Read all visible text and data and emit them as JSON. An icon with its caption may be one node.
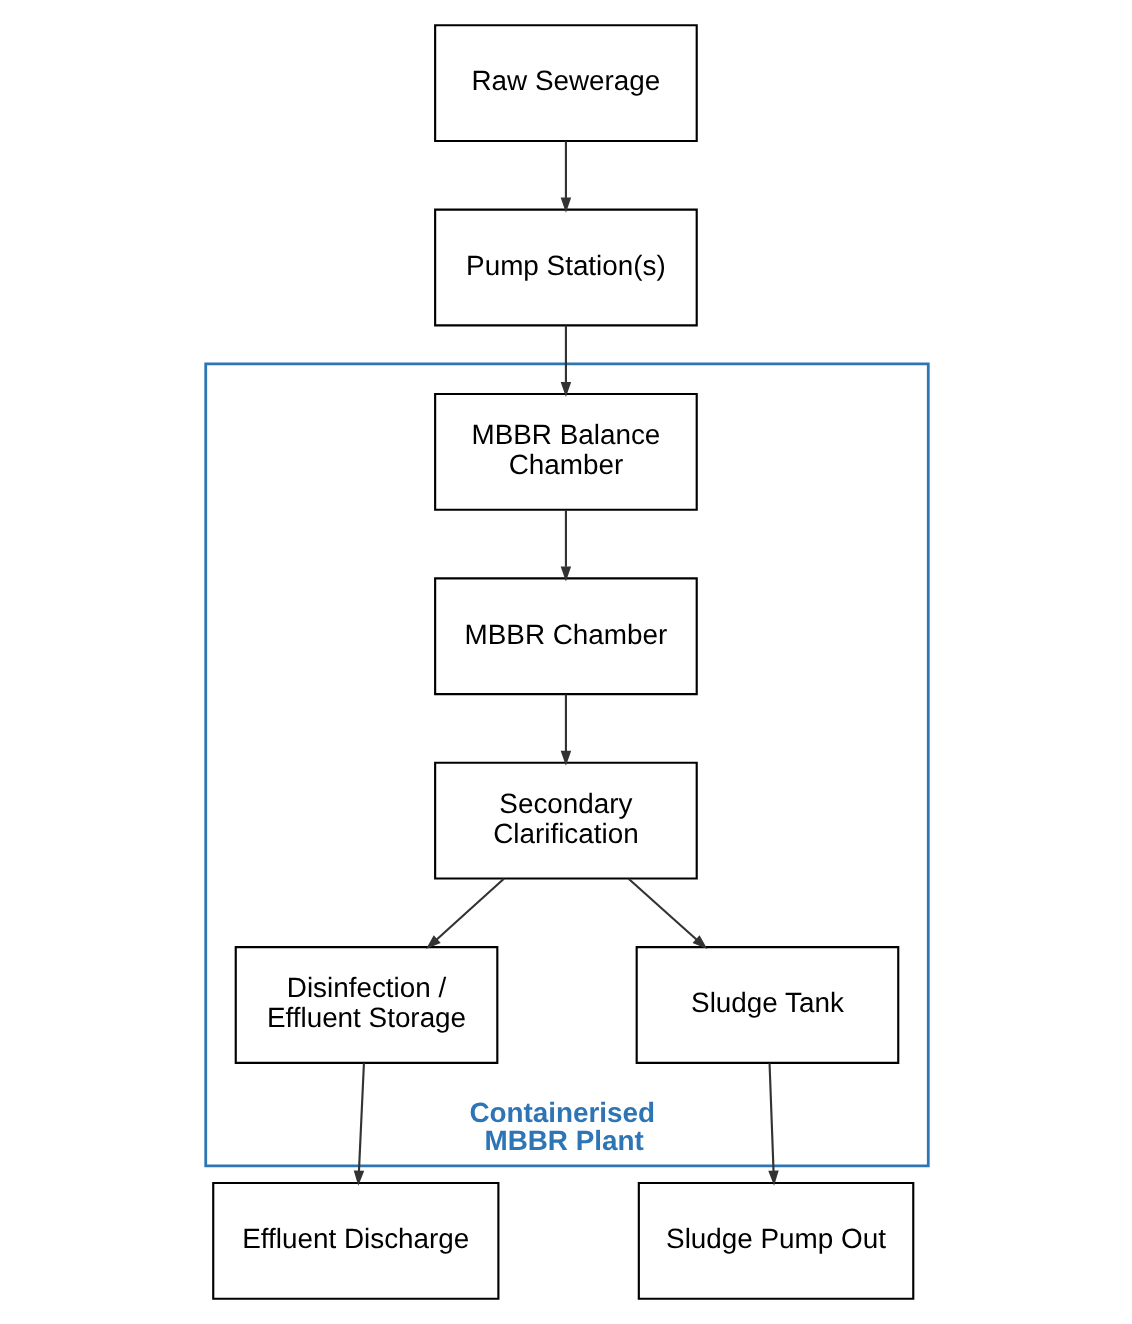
{
  "diagram": {
    "nodes": [
      {
        "text": [
          "Raw Sewerage"
        ]
      },
      {
        "text": [
          "Pump Station(s)"
        ]
      },
      {
        "text": [
          "Containerised MBBR Plant"
        ]
      },
      {
        "text": [
          "MBBR Balance Chamber"
        ],
        "in": 2
      },
      {
        "text": [
          "MBBR Chamber"
        ],
        "in": 2
      },
      {
        "text": [
          "Secondary Clarification"
        ],
        "in": 2
      },
      {
        "text": [
          "Disinfection / Effluent Storage"
        ],
        "in": 2
      },
      {
        "text": [
          "Sludge Tank"
        ],
        "in": 2
      },
      {
        "text": [
          "Effluent Discharge"
        ]
      },
      {
        "text": [
          "Sludge Pump Out"
        ]
      }
    ],
    "edges": [
      {
        "from": 0,
        "to": 1,
        "arrow": "to"
      },
      {
        "from": 1,
        "to": 3,
        "arrow": "to"
      },
      {
        "from": 3,
        "to": 4,
        "arrow": "to"
      },
      {
        "from": 4,
        "to": 5,
        "arrow": "to"
      },
      {
        "from": 5,
        "to": 6,
        "arrow": "to"
      },
      {
        "from": 5,
        "to": 7,
        "arrow": "to"
      },
      {
        "from": 6,
        "to": 8,
        "arrow": "to"
      },
      {
        "from": 7,
        "to": 9,
        "arrow": "to"
      }
    ]
  }
}
